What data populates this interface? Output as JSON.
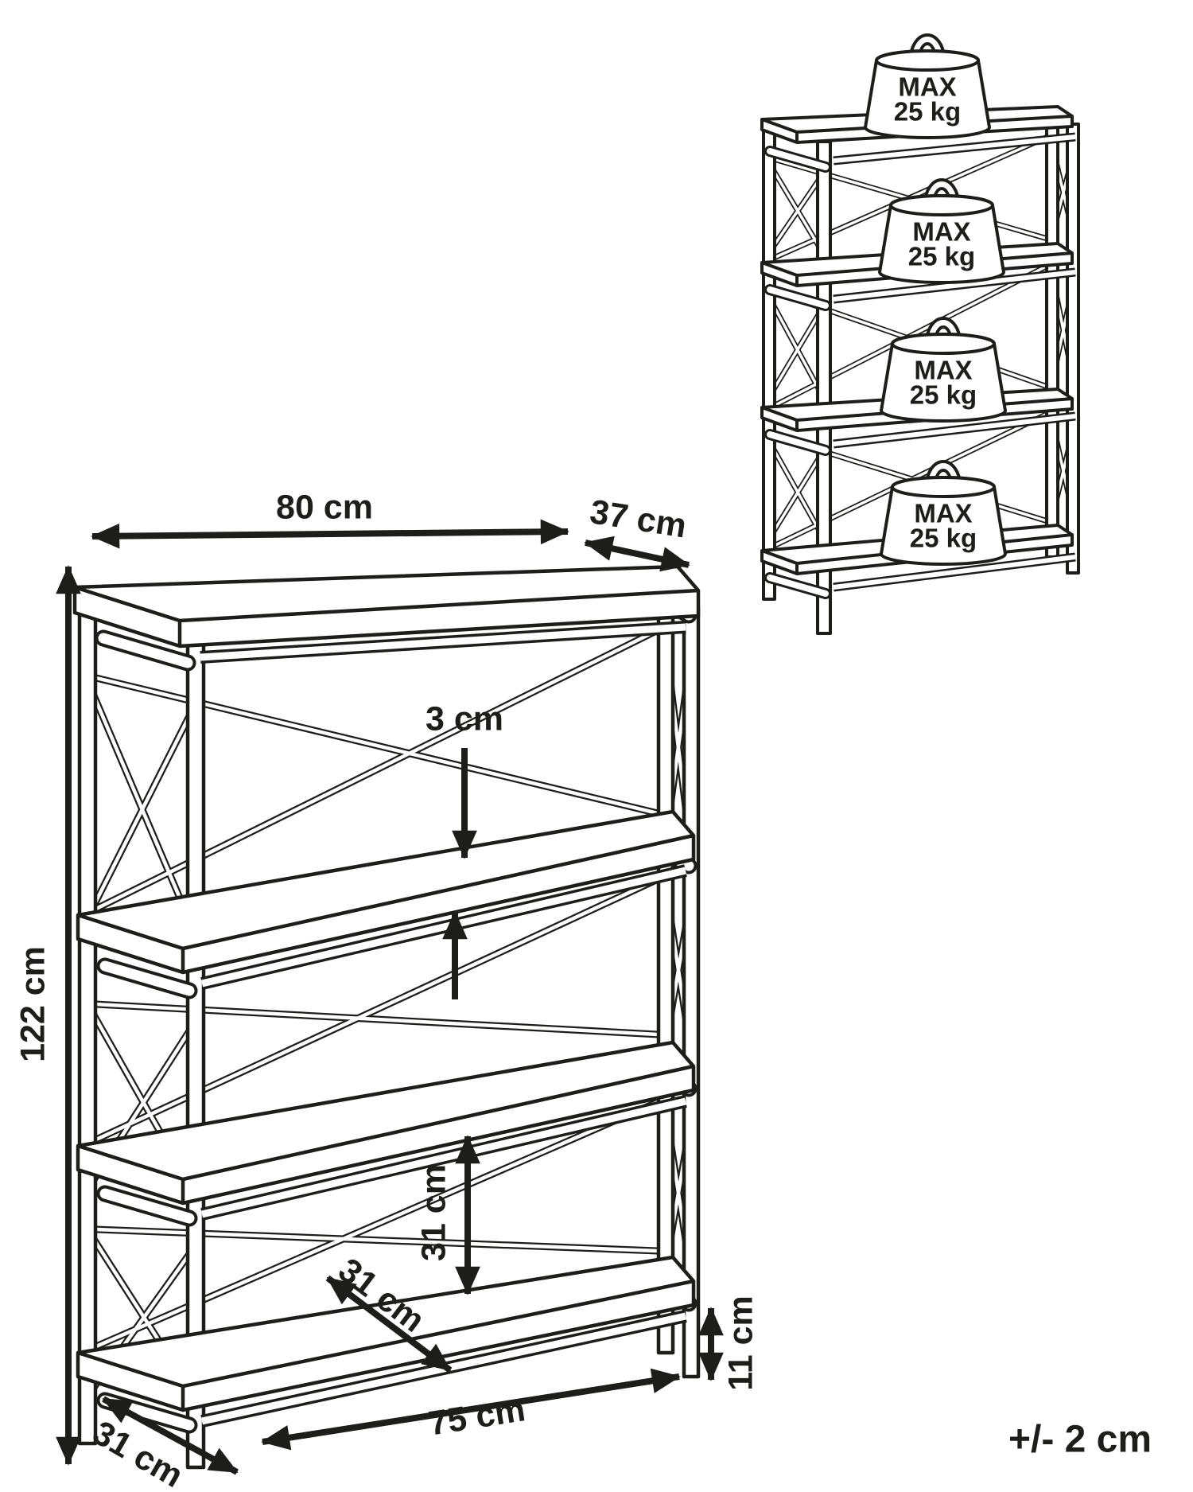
{
  "diagram": {
    "background": "#ffffff",
    "line_color": "#1d1d1b",
    "tolerance_note": "+/- 2 cm",
    "dimensions": {
      "top_width": "80 cm",
      "top_depth": "37 cm",
      "height": "122 cm",
      "shelf_thickness": "3 cm",
      "shelf_gap_height": "31 cm",
      "shelf_depth": "31 cm",
      "base_depth": "31 cm",
      "bottom_width": "75 cm",
      "base_height": "11 cm"
    },
    "load_limits": {
      "shelves": [
        {
          "line1": "MAX",
          "line2": "25 kg"
        },
        {
          "line1": "MAX",
          "line2": "25 kg"
        },
        {
          "line1": "MAX",
          "line2": "25 kg"
        },
        {
          "line1": "MAX",
          "line2": "25 kg"
        }
      ]
    }
  }
}
